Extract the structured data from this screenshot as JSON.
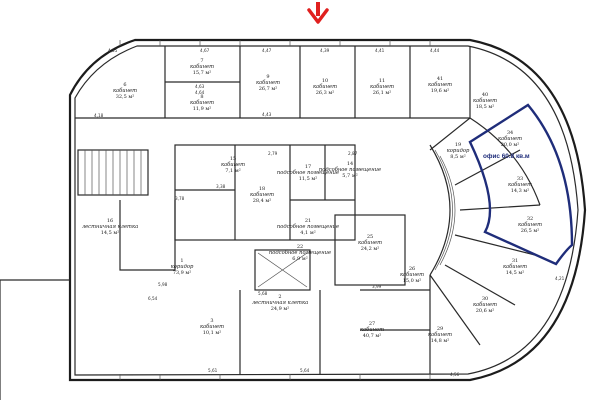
{
  "annotation": {
    "office_label": "офис 60.8 кв.м",
    "accent_color": "#1f2d7a",
    "marker_color": "#e0201f",
    "marker_icon": "down-arrow-icon"
  },
  "rooms": [
    {
      "num": "6",
      "name": "кабинет",
      "area": "32,5 м²"
    },
    {
      "num": "7",
      "name": "кабинет",
      "area": "15,7 м²"
    },
    {
      "num": "8",
      "name": "кабинет",
      "area": "11,9 м²"
    },
    {
      "num": "9",
      "name": "кабинет",
      "area": "26,7 м²"
    },
    {
      "num": "10",
      "name": "кабинет",
      "area": "26,3 м²"
    },
    {
      "num": "11",
      "name": "кабинет",
      "area": "26,1 м²"
    },
    {
      "num": "41",
      "name": "кабинет",
      "area": "19,6 м²"
    },
    {
      "num": "40",
      "name": "кабинет",
      "area": "18,5 м²"
    },
    {
      "num": "34",
      "name": "кабинет",
      "area": "20,0 м²"
    },
    {
      "num": "33",
      "name": "кабинет",
      "area": "14,3 м²"
    },
    {
      "num": "32",
      "name": "кабинет",
      "area": "26,5 м²"
    },
    {
      "num": "31",
      "name": "кабинет",
      "area": "14,5 м²"
    },
    {
      "num": "30",
      "name": "кабинет",
      "area": "20,6 м²"
    },
    {
      "num": "29",
      "name": "кабинет",
      "area": "14,8 м²"
    },
    {
      "num": "27",
      "name": "кабинет",
      "area": "40,7 м²"
    },
    {
      "num": "26",
      "name": "кабинет",
      "area": "15,0 м²"
    },
    {
      "num": "25",
      "name": "кабинет",
      "area": "24,2 м²"
    },
    {
      "num": "18",
      "name": "кабинет",
      "area": "28,4 м²"
    },
    {
      "num": "17",
      "name": "подсобное помещение",
      "area": "11,5 м²"
    },
    {
      "num": "15",
      "name": "кабинет",
      "area": "7,1 м²"
    },
    {
      "num": "1",
      "name": "коридор",
      "area": "73,9 м²"
    },
    {
      "num": "2",
      "name": "лестничная клетка",
      "area": "24,9 м²"
    },
    {
      "num": "3",
      "name": "кабинет",
      "area": "10,1 м²"
    },
    {
      "num": "16",
      "name": "лестничная клетка",
      "area": "14,5 м²"
    },
    {
      "num": "19",
      "name": "коридор",
      "area": "8,5 м²"
    },
    {
      "num": "21",
      "name": "подсобное помещение",
      "area": "4,1 м²"
    },
    {
      "num": "22",
      "name": "подсобное помещение",
      "area": "6,9 м²"
    },
    {
      "num": "14",
      "name": "подсобное помещение",
      "area": "5,7 м²"
    }
  ],
  "dimensions": [
    "4,67",
    "4,47",
    "4,39",
    "4,41",
    "4,44",
    "4,63",
    "4,64",
    "4,43",
    "4,18",
    "5,98",
    "4,56",
    "5,68",
    "5,61",
    "5,64",
    "4,55",
    "3,99",
    "6,54",
    "4,21",
    "3,78",
    "3,38",
    "2,79",
    "2,87"
  ]
}
